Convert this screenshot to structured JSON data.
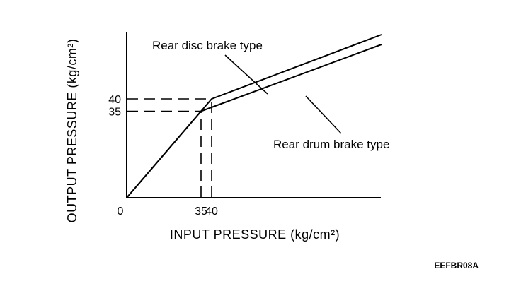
{
  "chart_data": {
    "type": "line",
    "xlabel": "INPUT PRESSURE (kg/cm²)",
    "ylabel": "OUTPUT PRESSURE (kg/cm²)",
    "xlim": [
      0,
      120
    ],
    "ylim": [
      0,
      85
    ],
    "x_ticks": [
      {
        "value": 0,
        "label": "0"
      },
      {
        "value": 35,
        "label": "35"
      },
      {
        "value": 40,
        "label": "40"
      }
    ],
    "y_ticks": [
      {
        "value": 35,
        "label": "35"
      },
      {
        "value": 40,
        "label": "40"
      }
    ],
    "series": [
      {
        "name": "Rear disc brake type",
        "x": [
          0,
          35,
          40,
          120
        ],
        "y": [
          0,
          35,
          40,
          66
        ]
      },
      {
        "name": "Rear drum brake type",
        "x": [
          0,
          35,
          120
        ],
        "y": [
          0,
          35,
          62
        ]
      }
    ],
    "reference_lines": [
      {
        "axis": "y",
        "value": 40,
        "to_x": 40,
        "style": "dashed"
      },
      {
        "axis": "y",
        "value": 35,
        "to_x": 35,
        "style": "dashed"
      },
      {
        "axis": "x",
        "value": 35,
        "to_y": 35,
        "style": "dashed"
      },
      {
        "axis": "x",
        "value": 40,
        "to_y": 40,
        "style": "dashed"
      }
    ],
    "grid": false
  },
  "figure_code": "EEFBR08A"
}
